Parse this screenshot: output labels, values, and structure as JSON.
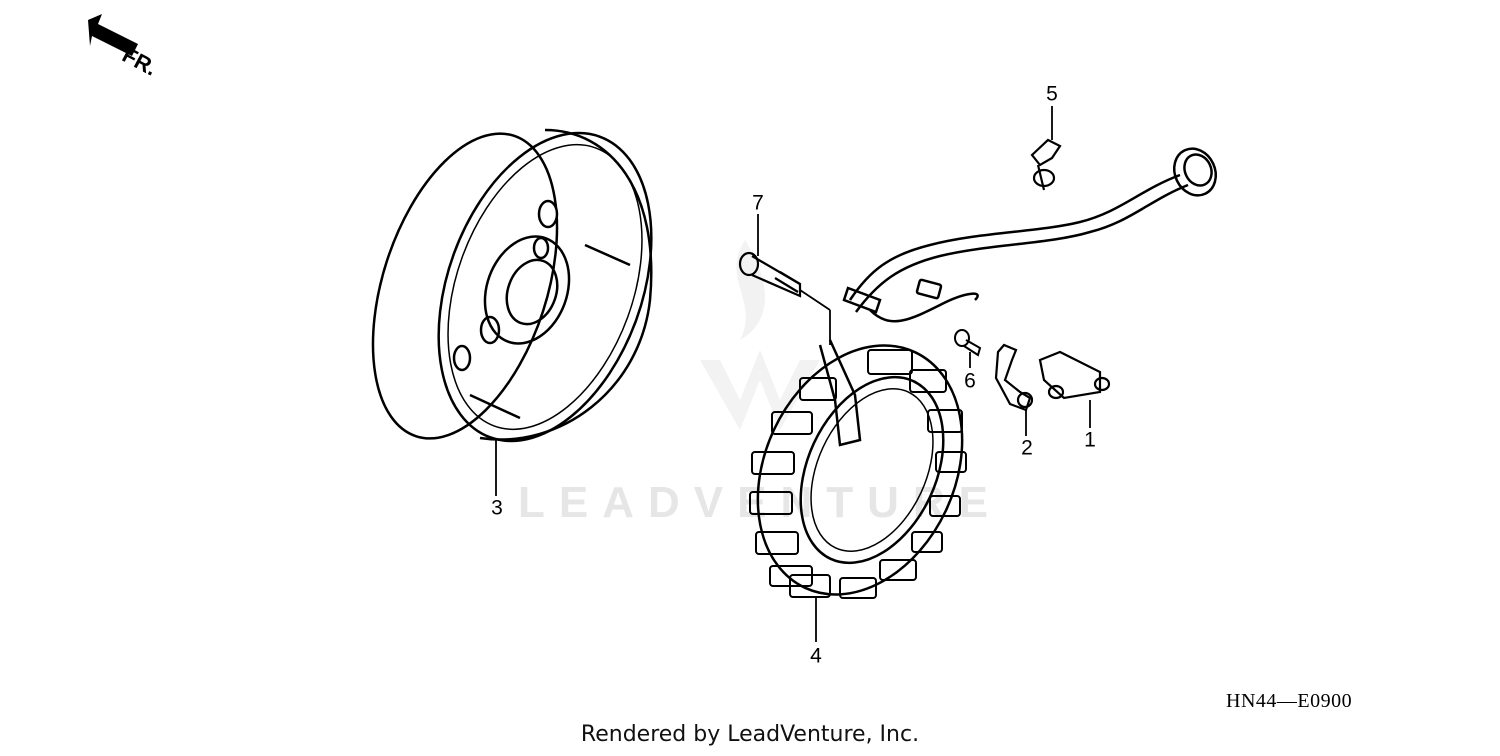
{
  "orientation": {
    "label": "FR."
  },
  "callouts": {
    "p1": "1",
    "p2": "2",
    "p3": "3",
    "p4": "4",
    "p5": "5",
    "p6": "6",
    "p7": "7"
  },
  "diagram_code": "HN44—E0900",
  "footer": "Rendered by LeadVenture, Inc.",
  "watermark": "LEADVENTURE"
}
